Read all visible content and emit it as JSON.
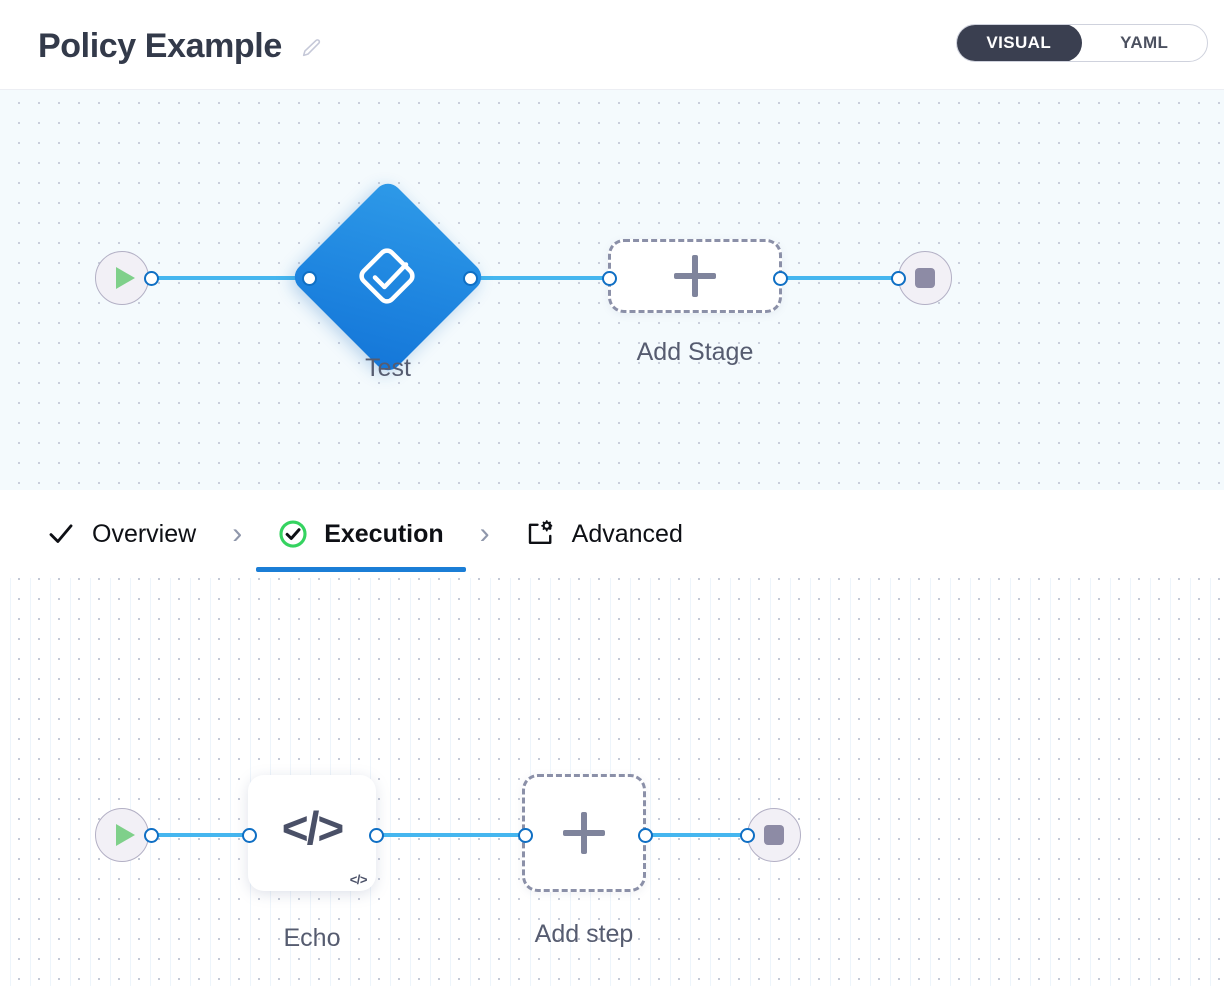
{
  "header": {
    "title": "Policy Example",
    "edit_icon": "pencil-icon",
    "mode_toggle": {
      "options": [
        {
          "label": "VISUAL",
          "active": true
        },
        {
          "label": "YAML",
          "active": false
        }
      ],
      "active_color": "#3a3f50"
    }
  },
  "stage_canvas": {
    "background": "#f4fafd",
    "start_node": {
      "icon": "play-icon",
      "color": "#7fd08a"
    },
    "end_node": {
      "icon": "stop-icon",
      "color": "#8d8ba5"
    },
    "nodes": [
      {
        "label": "Test",
        "type": "stage",
        "icon": "check-diamond-icon",
        "color": "#1f86e0"
      },
      {
        "label": "Add Stage",
        "type": "add-placeholder",
        "icon": "plus-icon"
      }
    ],
    "edge_color": "#45b6ef",
    "port_color": "#0f6fc4"
  },
  "tabs": [
    {
      "label": "Overview",
      "icon": "check-icon",
      "active": false
    },
    {
      "label": "Execution",
      "icon": "check-circle-icon",
      "active": true
    },
    {
      "label": "Advanced",
      "icon": "box-gear-icon",
      "active": false
    }
  ],
  "tab_separator": "›",
  "tab_active_underline_color": "#1b7ed6",
  "step_canvas": {
    "background": "#ffffff",
    "start_node": {
      "icon": "play-icon",
      "color": "#7fd08a"
    },
    "end_node": {
      "icon": "stop-icon",
      "color": "#8d8ba5"
    },
    "nodes": [
      {
        "label": "Echo",
        "type": "step",
        "icon": "code-icon",
        "badge": "</>"
      },
      {
        "label": "Add step",
        "type": "add-placeholder",
        "icon": "plus-icon"
      }
    ],
    "code_glyph": "</>",
    "edge_color": "#45b6ef",
    "port_color": "#0f6fc4"
  }
}
